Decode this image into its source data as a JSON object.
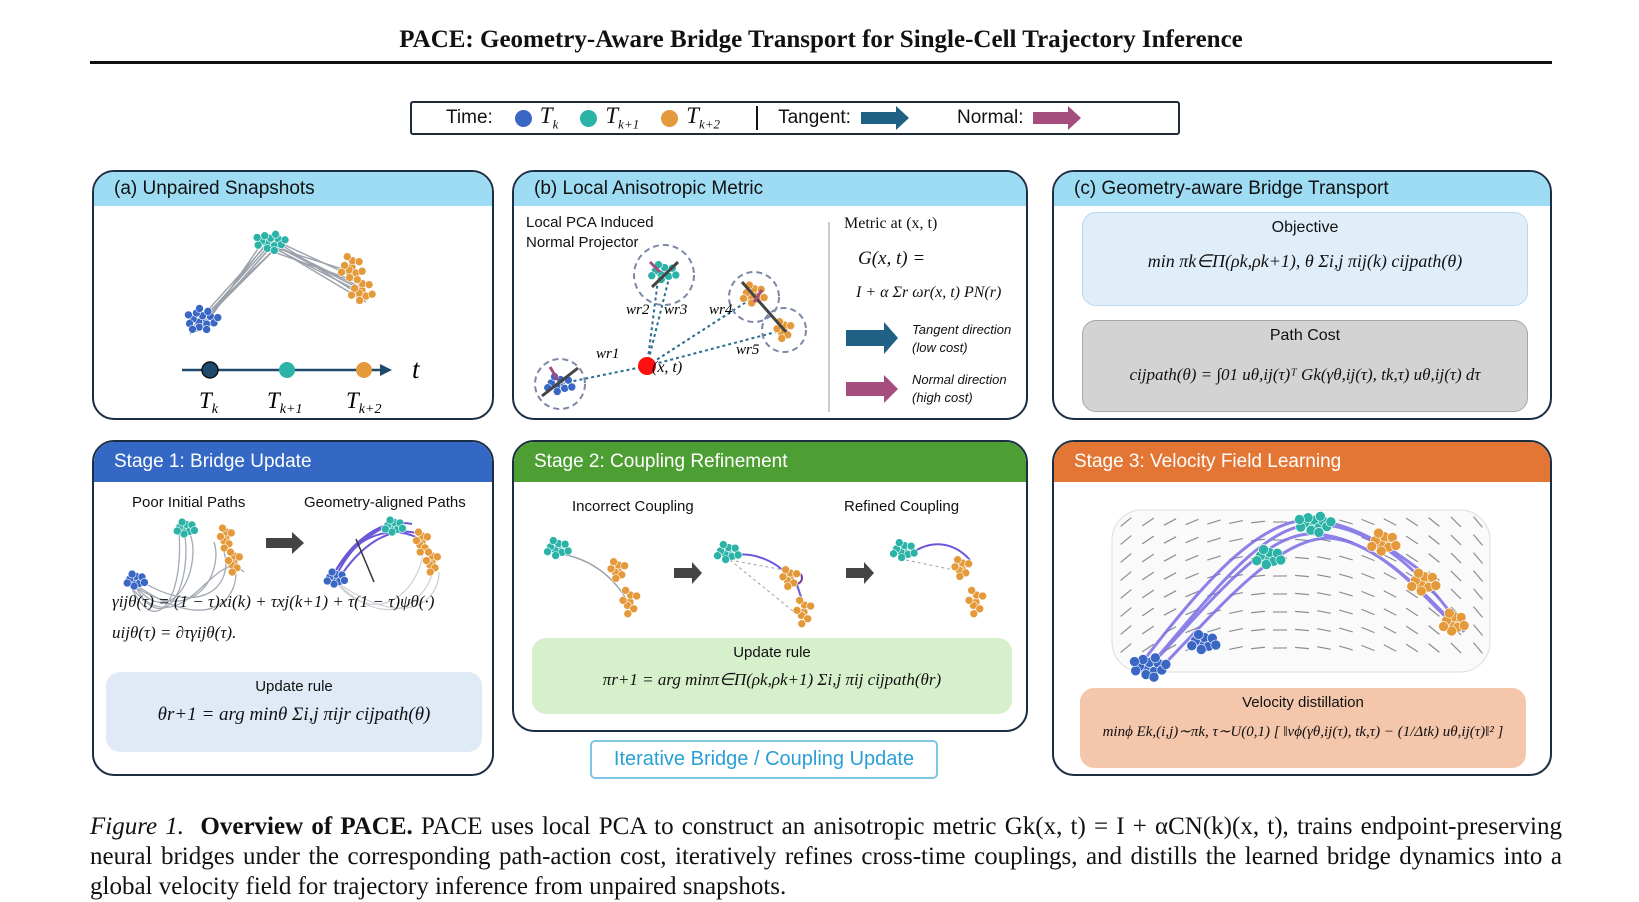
{
  "header": {
    "running_title": "PACE: Geometry-Aware Bridge Transport for Single-Cell Trajectory Inference"
  },
  "legend": {
    "time_label": "Time:",
    "t0": "T",
    "t0_sub": "k",
    "t1": "T",
    "t1_sub": "k+1",
    "t2": "T",
    "t2_sub": "k+2",
    "tangent_label": "Tangent:",
    "normal_label": "Normal:"
  },
  "colors": {
    "t0": "#3a66c4",
    "t1": "#2bb3a8",
    "t2": "#e49a3a",
    "tangent": "#1f6085",
    "normal": "#a44d7e",
    "blue_head": "#9ddcf3",
    "stage1": "#3468c4",
    "stage2": "#4e9f33",
    "stage3": "#e37634",
    "border": "#1b2e44"
  },
  "panel_a": {
    "title": "(a) Unpaired Snapshots",
    "axis_label": "t",
    "ticks": [
      {
        "main": "T",
        "sub": "k"
      },
      {
        "main": "T",
        "sub": "k+1"
      },
      {
        "main": "T",
        "sub": "k+2"
      }
    ]
  },
  "panel_b": {
    "title": "(b) Local Anisotropic Metric",
    "pca_line1": "Local PCA Induced",
    "pca_line2": "Normal Projector",
    "metric_label": "Metric at (x, t)",
    "metric_eq1": "G(x, t) =",
    "metric_eq2": "I + α Σr ωr(x, t) PN(r)",
    "w_labels": [
      "wr1",
      "wr2",
      "wr3",
      "wr4",
      "wr5"
    ],
    "point_label": "(x, t)",
    "tangent_dir": "Tangent direction",
    "tangent_cost": "(low cost)",
    "normal_dir": "Normal direction",
    "normal_cost": "(high cost)"
  },
  "panel_c": {
    "title": "(c) Geometry-aware Bridge Transport",
    "objective_label": "Objective",
    "objective_eq": "min πk∈Π(ρk,ρk+1), θ  Σi,j πij(k) cijpath(θ)",
    "path_cost_label": "Path Cost",
    "path_cost_eq": "cijpath(θ) = ∫01 uθ,ij(τ)ᵀ Gk(γθ,ij(τ), tk,τ) uθ,ij(τ) dτ"
  },
  "stage1": {
    "title": "Stage 1: Bridge Update",
    "left_label": "Poor Initial Paths",
    "right_label": "Geometry-aligned Paths",
    "eq1": "γijθ(τ) = (1 − τ)xi(k) + τxj(k+1) + τ(1 − τ)ψθ(·)",
    "eq2": "uijθ(τ) = ∂τγijθ(τ).",
    "update_label": "Update rule",
    "update_eq": "θr+1 = arg minθ Σi,j πijr cijpath(θ)"
  },
  "stage2": {
    "title": "Stage 2: Coupling Refinement",
    "left_label": "Incorrect Coupling",
    "right_label": "Refined Coupling",
    "update_label": "Update rule",
    "update_eq": "πr+1 = arg minπ∈Π(ρk,ρk+1) Σi,j πij cijpath(θr)"
  },
  "stage3": {
    "title": "Stage 3: Velocity Field Learning",
    "distill_label": "Velocity distillation",
    "distill_eq": "minϕ Ek,(i,j)∼πk, τ∼U(0,1) [ ‖vϕ(γθ,ij(τ), tk,τ) − (1/Δtk) uθ,ij(τ)‖² ]"
  },
  "iterative_label": "Iterative Bridge / Coupling Update",
  "caption": {
    "figure": "Figure 1.",
    "bold": "Overview of PACE.",
    "text": "PACE uses local PCA to construct an anisotropic metric Gk(x, t) = I + αCN(k)(x, t), trains endpoint-preserving neural bridges under the corresponding path-action cost, iteratively refines cross-time couplings, and distills the learned bridge dynamics into a global velocity field for trajectory inference from unpaired snapshots."
  }
}
